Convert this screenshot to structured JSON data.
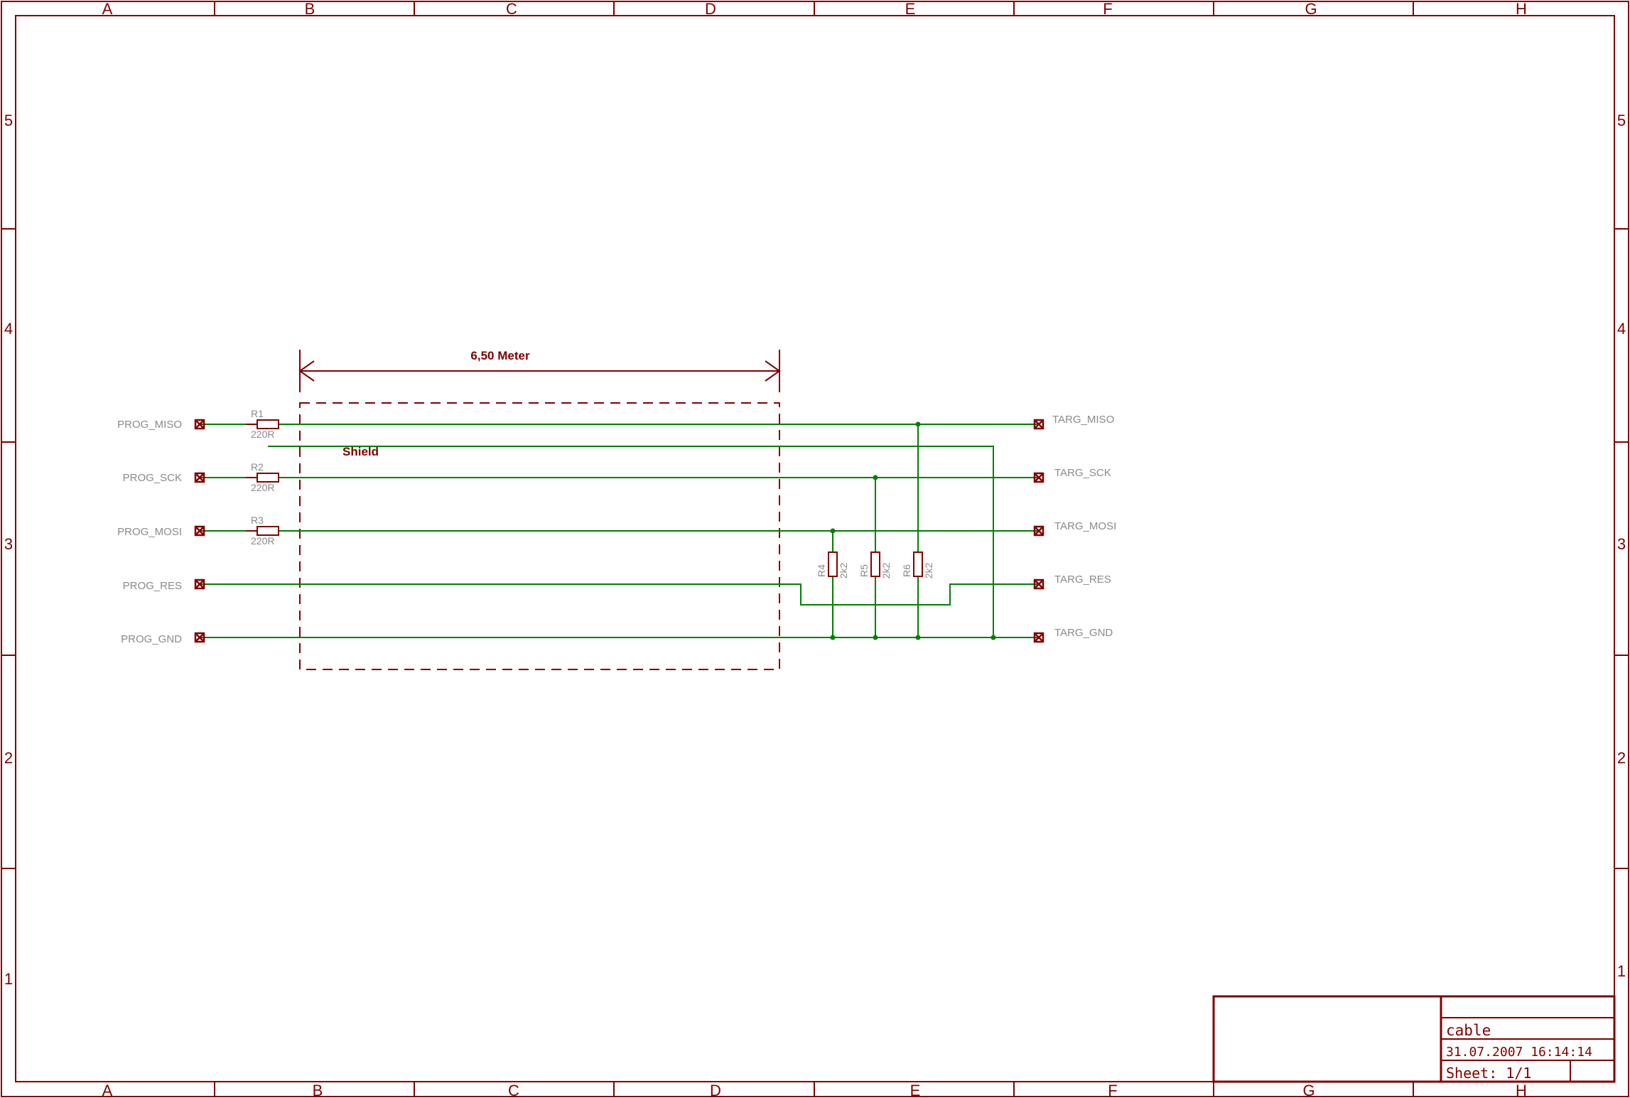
{
  "colors": {
    "frame": "#800000",
    "wire": "#008000",
    "label": "#8a8a8a",
    "background": "#ffffff"
  },
  "frame": {
    "columns": [
      "A",
      "B",
      "C",
      "D",
      "E",
      "F",
      "G",
      "H"
    ],
    "rows": [
      "5",
      "4",
      "3",
      "2",
      "1"
    ]
  },
  "schematic": {
    "dimension_label": "6,50 Meter",
    "shield_label": "Shield",
    "prog_pins": [
      "PROG_MISO",
      "PROG_SCK",
      "PROG_MOSI",
      "PROG_RES",
      "PROG_GND"
    ],
    "targ_pins": [
      "TARG_MISO",
      "TARG_SCK",
      "TARG_MOSI",
      "TARG_RES",
      "TARG_GND"
    ],
    "series_resistors": [
      {
        "name": "R1",
        "value": "220R"
      },
      {
        "name": "R2",
        "value": "220R"
      },
      {
        "name": "R3",
        "value": "220R"
      }
    ],
    "pull_resistors": [
      {
        "name": "R4",
        "value": "2k2"
      },
      {
        "name": "R5",
        "value": "2k2"
      },
      {
        "name": "R6",
        "value": "2k2"
      }
    ]
  },
  "title_block": {
    "name": "cable",
    "date": "31.07.2007 16:14:14",
    "sheet": "Sheet: 1/1"
  }
}
